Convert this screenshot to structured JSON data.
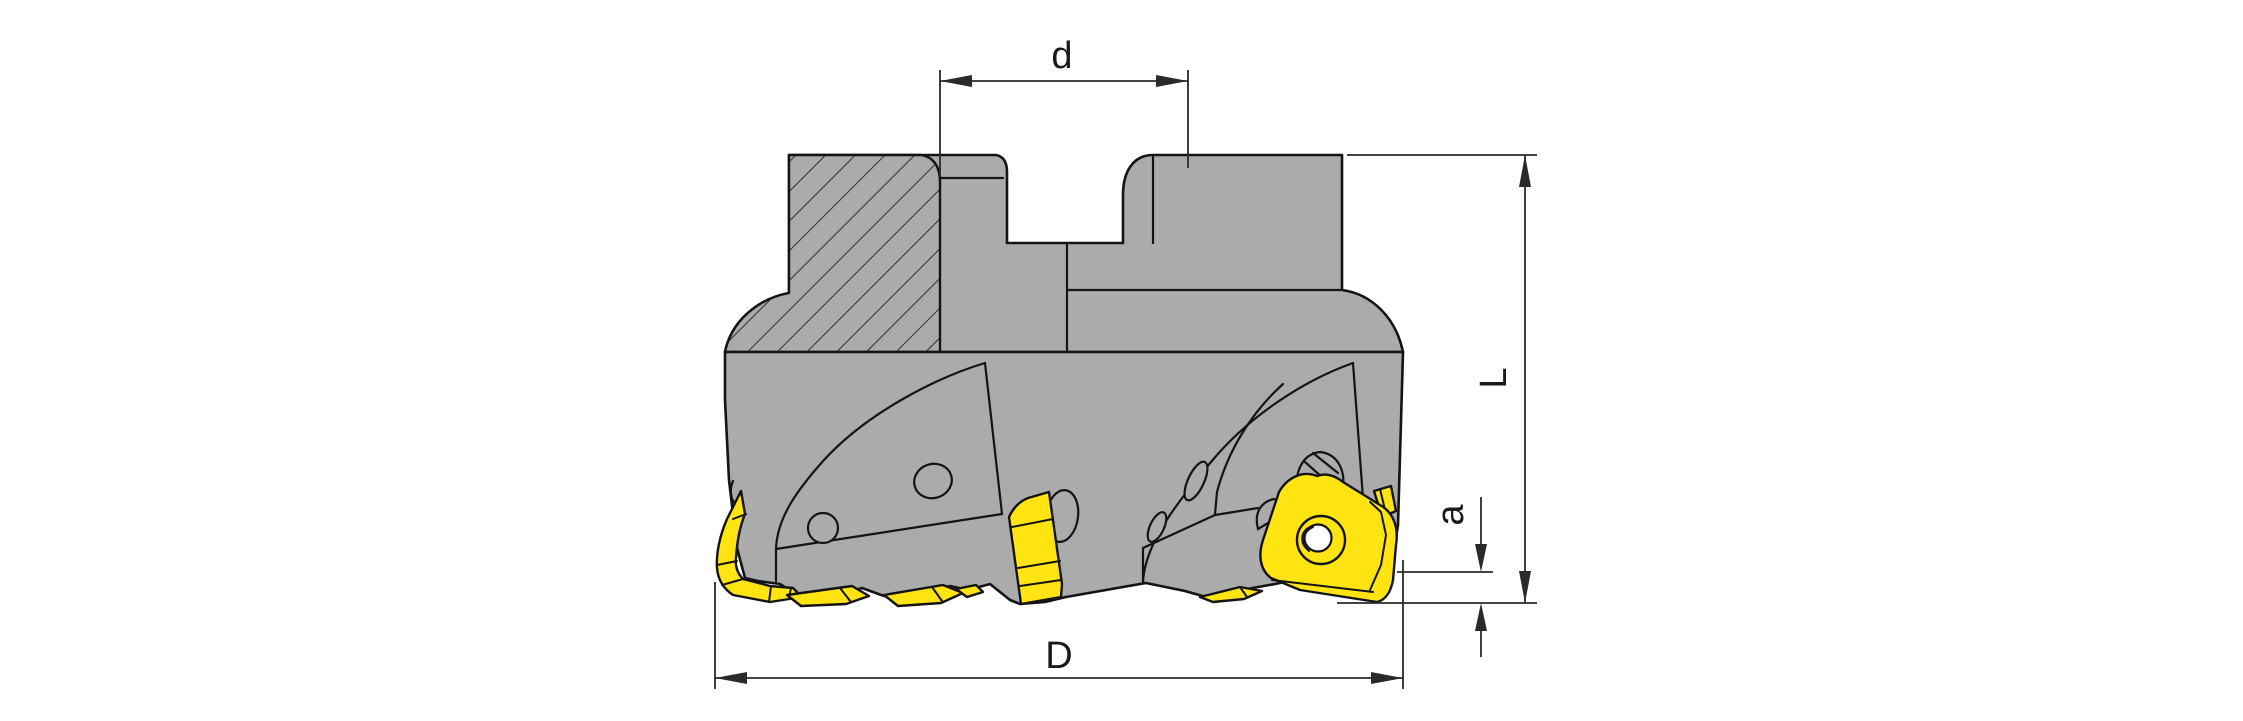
{
  "drawing": {
    "dimensions": {
      "top": "d",
      "right": "L",
      "right_small": "a",
      "bottom": "D"
    }
  },
  "colors": {
    "background": "#ffffff",
    "body_gray": "#ababab",
    "insert_yellow": "#ffe412",
    "outline": "#141414",
    "dimension_line": "#2a2a2a"
  }
}
